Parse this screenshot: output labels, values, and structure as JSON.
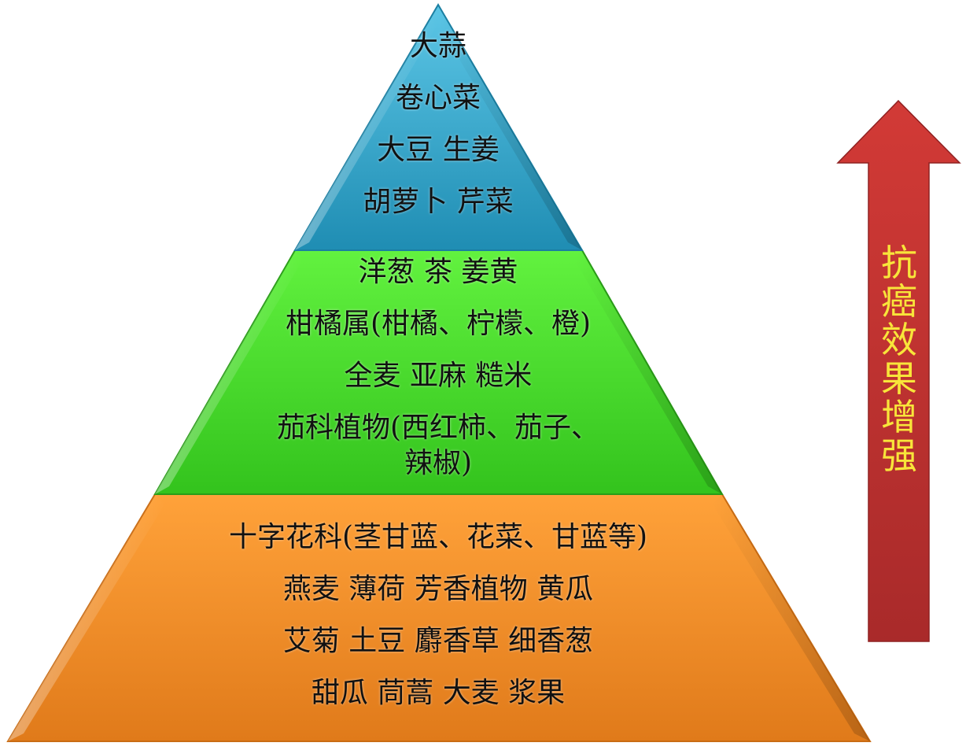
{
  "colors": {
    "top_tier": "#2aa3c6",
    "middle_tier": "#42dd27",
    "bottom_tier": "#f28a23",
    "arrow": "#c0302f",
    "arrow_text": "#f8e53a",
    "text": "#111111"
  },
  "pyramid": {
    "top": {
      "lines": [
        "大蒜",
        "卷心菜",
        "大豆  生姜",
        "胡萝卜  芹菜"
      ]
    },
    "middle": {
      "lines": [
        "洋葱  茶  姜黄",
        "柑橘属(柑橘、柠檬、橙)",
        "全麦  亚麻  糙米",
        "茄科植物(西红柿、茄子、",
        "辣椒)"
      ]
    },
    "bottom": {
      "lines": [
        "十字花科(茎甘蓝、花菜、甘蓝等)",
        "燕麦  薄荷  芳香植物  黄瓜",
        "艾菊  土豆  麝香草  细香葱",
        "甜瓜  茼蒿  大麦  浆果"
      ]
    }
  },
  "arrow": {
    "label": "抗癌效果增强",
    "icon": "up-arrow-icon"
  }
}
